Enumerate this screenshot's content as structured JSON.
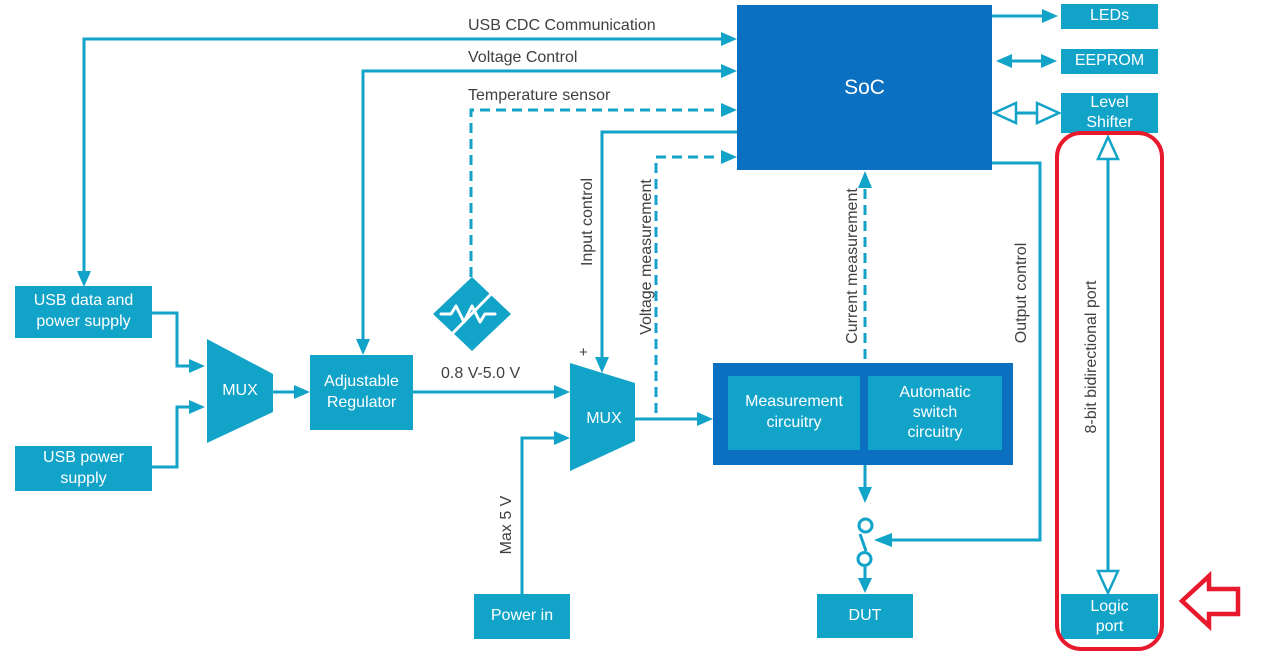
{
  "colors": {
    "cyan": "#12a3c9",
    "dark_blue": "#0c70c0",
    "label_text": "#404040",
    "highlight_red": "#e8192c"
  },
  "blocks": {
    "usb_data_power": "USB data and power supply",
    "usb_power": "USB power supply",
    "mux1": "MUX",
    "adjustable_regulator": "Adjustable Regulator",
    "mux2": "MUX",
    "power_in": "Power in",
    "soc": "SoC",
    "measurement_circuitry": "Measurement circuitry",
    "automatic_switch_circuitry": "Automatic switch circuitry",
    "dut": "DUT",
    "leds": "LEDs",
    "eeprom": "EEPROM",
    "level_shifter": "Level Shifter",
    "logic_port": "Logic port"
  },
  "connection_labels": {
    "usb_cdc": "USB CDC Communication",
    "voltage_control": "Voltage Control",
    "temperature_sensor": "Temperature sensor",
    "input_control": "Input control",
    "voltage_measurement": "Voltage measurement",
    "current_measurement": "Current measurement",
    "output_control": "Output control",
    "regulator_range": "0.8 V-5.0 V",
    "max_power": "Max 5 V",
    "positive_terminal": "+",
    "bidirectional_port": "8-bit bidirectional port"
  }
}
